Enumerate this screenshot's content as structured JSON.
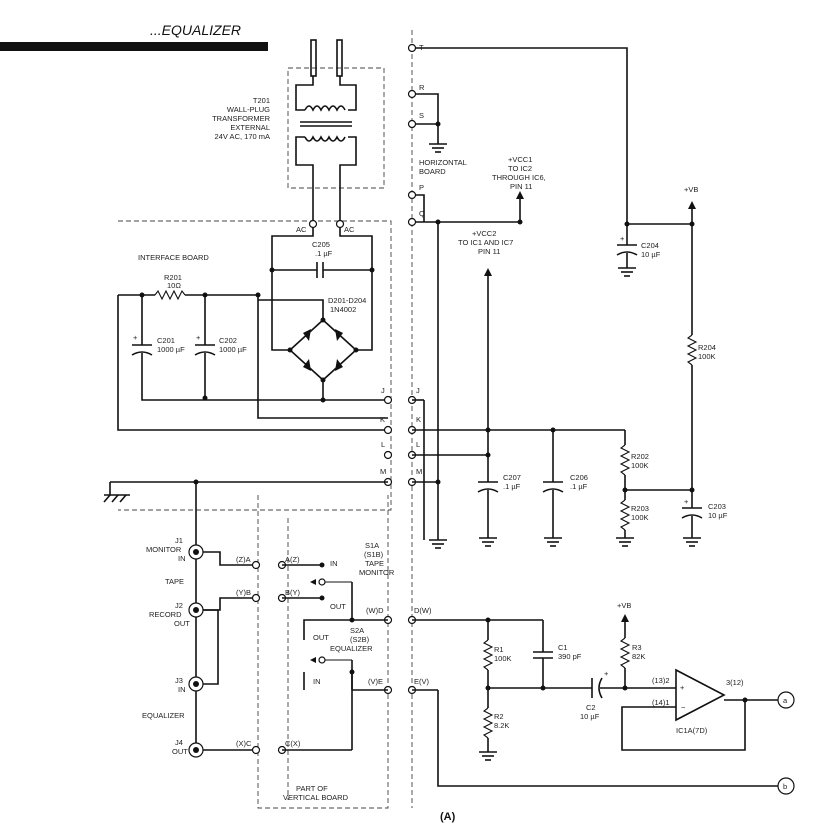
{
  "header": {
    "title": "...EQUALIZER"
  },
  "figure_label": "(A)",
  "transformer": {
    "line1": "T201",
    "line2": "WALL-PLUG",
    "line3": "TRANSFORMER",
    "line4": "EXTERNAL",
    "line5": "24V AC, 170 mA"
  },
  "boards": {
    "interface": "INTERFACE BOARD",
    "horizontal_line1": "HORIZONTAL",
    "horizontal_line2": "BOARD",
    "vertical_line1": "PART OF",
    "vertical_line2": "VERTICAL BOARD"
  },
  "rails": {
    "vcc1_line1": "+VCC1",
    "vcc1_line2": "TO IC2",
    "vcc1_line3": "THROUGH IC6,",
    "vcc1_line4": "PIN 11",
    "vcc2_line1": "+VCC2",
    "vcc2_line2": "TO IC1 AND IC7",
    "vcc2_line3": "PIN 11",
    "vb": "+VB",
    "vb2": "+VB"
  },
  "components": {
    "r201_name": "R201",
    "r201_val": "10Ω",
    "c201_name": "C201",
    "c201_val": "1000 µF",
    "c202_name": "C202",
    "c202_val": "1000 µF",
    "c205_name": "C205",
    "c205_val": ".1 µF",
    "d_name": "D201-D204",
    "d_val": "1N4002",
    "c204_name": "C204",
    "c204_val": "10 µF",
    "r204_name": "R204",
    "r204_val": "100K",
    "c207_name": "C207",
    "c207_val": ".1 µF",
    "c206_name": "C206",
    "c206_val": ".1 µF",
    "r202_name": "R202",
    "r202_val": "100K",
    "r203_name": "R203",
    "r203_val": "100K",
    "c203_name": "C203",
    "c203_val": "10 µF",
    "r1_name": "R1",
    "r1_val": "100K",
    "c1_name": "C1",
    "c1_val": "390 pF",
    "r2_name": "R2",
    "r2_val": "8.2K",
    "c2_name": "C2",
    "c2_val": "10 µF",
    "r3_name": "R3",
    "r3_val": "82K",
    "ic_name": "IC1A(7D)",
    "pin_in": "(13)2",
    "pin_fb": "(14)1",
    "pin_out": "3(12)"
  },
  "jacks": {
    "j1_line1": "J1",
    "j1_line2": "MONITOR",
    "j1_line3": "IN",
    "tape": "TAPE",
    "j2_line1": "J2",
    "j2_line2": "RECORD",
    "j2_line3": "OUT",
    "j3_line1": "J3",
    "j3_line2": "IN",
    "equalizer": "EQUALIZER",
    "j4_line1": "J4",
    "j4_line2": "OUT"
  },
  "switches": {
    "s1_line1": "S1A",
    "s1_line2": "(S1B)",
    "s1_line3": "TAPE",
    "s1_line4": "MONITOR",
    "s1_in": "IN",
    "s1_out": "OUT",
    "s2_line1": "S2A",
    "s2_line2": "(S2B)",
    "s2_line3": "EQUALIZER",
    "s2_in": "IN",
    "s2_out": "OUT"
  },
  "terminals": {
    "T": "T",
    "R": "R",
    "S": "S",
    "P": "P",
    "Q": "Q",
    "AC1": "AC",
    "AC2": "AC",
    "J1": "J",
    "J2": "J",
    "K1": "K",
    "K2": "K",
    "L1": "L",
    "L2": "L",
    "M1": "M",
    "M2": "M",
    "ZA": "(Z)A",
    "AZ": "A(Z)",
    "YB": "(Y)B",
    "BY": "B(Y)",
    "XC": "(X)C",
    "CX": "C(X)",
    "WD": "(W)D",
    "DW": "D(W)",
    "VE": "(V)E",
    "EV": "E(V)"
  },
  "outputs": {
    "a": "a",
    "b": "b"
  }
}
